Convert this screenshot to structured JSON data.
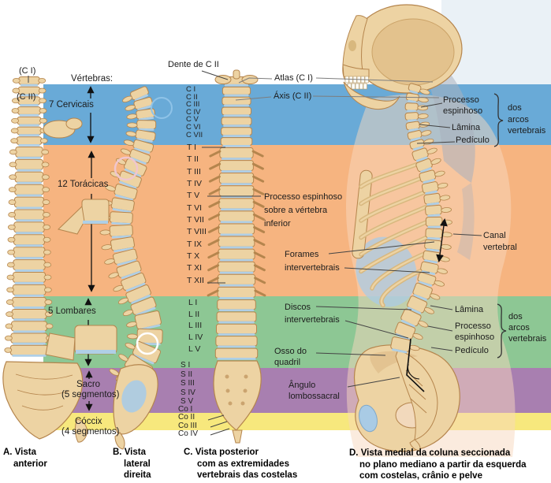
{
  "palette": {
    "cervical_band": "#69AAD7",
    "thoracic_band": "#F6B480",
    "lumbar_band": "#8DC794",
    "sacral_band": "#A87FB0",
    "coccygeal_band": "#F7E87D",
    "bone": "#EDD3A3",
    "bone_outline": "#B5854D",
    "disc_blue": "#AFCFE6"
  },
  "left_panel": {
    "header": "Vértebras:",
    "c1": "(C I)",
    "c2": "(C II)",
    "cervical": "7 Cervicais",
    "thoracic": "12 Torácicas",
    "lumbar": "5 Lombares",
    "sacral": "Sacro",
    "sacral_sub": "(5 segmentos)",
    "coccygeal": "Cóccix",
    "coccygeal_sub": "(4 segmentos)"
  },
  "vertebrae": {
    "cervical": [
      "C I",
      "C II",
      "C III",
      "C IV",
      "C V",
      "C VI",
      "C VII"
    ],
    "thoracic": [
      "T I",
      "T II",
      "T III",
      "T IV",
      "T V",
      "T VI",
      "T VII",
      "T VIII",
      "T IX",
      "T X",
      "T XI",
      "T XII"
    ],
    "lumbar": [
      "L I",
      "L II",
      "L III",
      "L IV",
      "L V"
    ],
    "sacral": [
      "S I",
      "S II",
      "S III",
      "S IV",
      "S V"
    ],
    "coccygeal": [
      "Co I",
      "Co II",
      "Co III",
      "Co IV"
    ]
  },
  "callouts": {
    "dente": "Dente de C II",
    "atlas": "Atlas (C I)",
    "axis": "Áxis (C II)",
    "processo_sobre": [
      "Processo espinhoso",
      "sobre a vértebra",
      "inferior"
    ],
    "forames": [
      "Forames",
      "intervertebrais"
    ],
    "discos": [
      "Discos",
      "intervertebrais"
    ],
    "osso_quadril": [
      "Osso do",
      "quadril"
    ],
    "angulo": [
      "Ângulo",
      "lombossacral"
    ],
    "canal": [
      "Canal",
      "vertebral"
    ],
    "arcos_sup": {
      "processo": [
        "Processo",
        "espinhoso"
      ],
      "lamina": "Lâmina",
      "pediculo": "Pedículo",
      "grupo": [
        "dos",
        "arcos",
        "vertebrais"
      ]
    },
    "arcos_inf": {
      "lamina": "Lâmina",
      "processo": [
        "Processo",
        "espinhoso"
      ],
      "pediculo": "Pedículo",
      "grupo": [
        "dos",
        "arcos",
        "vertebrais"
      ]
    }
  },
  "captions": {
    "a": [
      "A. Vista",
      "anterior"
    ],
    "b": [
      "B. Vista",
      "lateral",
      "direita"
    ],
    "c": [
      "C. Vista posterior",
      "com as extremidades",
      "vertebrais das costelas"
    ],
    "d": [
      "D. Vista medial da coluna seccionada",
      "no plano mediano a partir da esquerda",
      "com costelas, crânio e pelve"
    ]
  }
}
